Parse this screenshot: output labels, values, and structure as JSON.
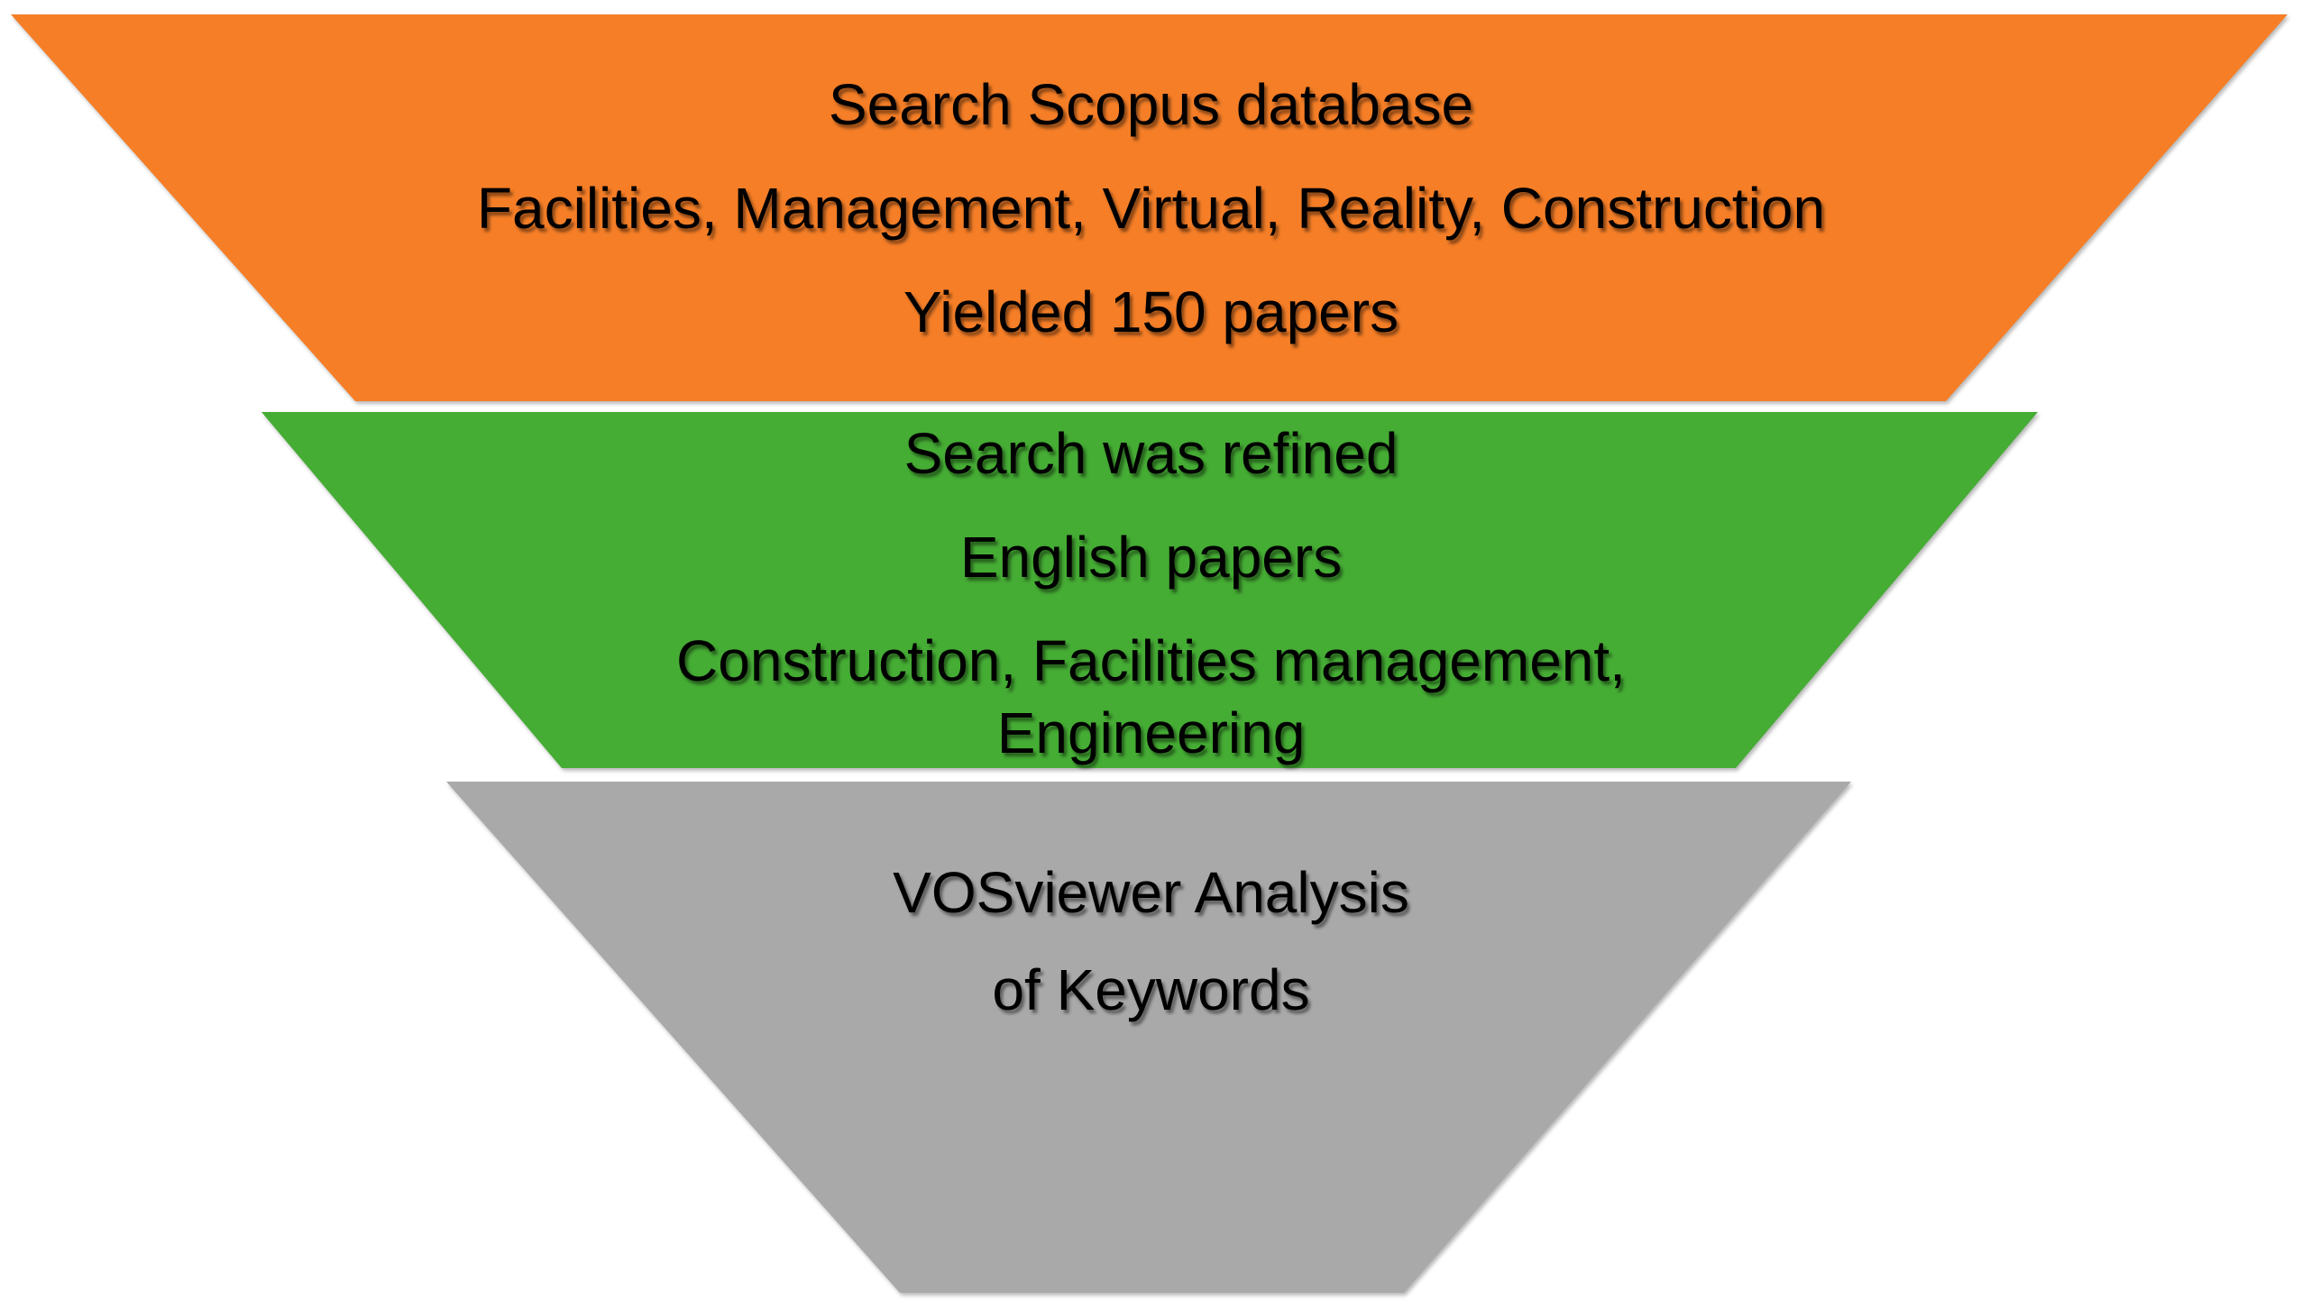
{
  "funnel": {
    "background_color": "#FFFFFF",
    "text_color": "#000000",
    "stages": [
      {
        "id": "scopus-search",
        "color": "#F57E27",
        "lines": [
          "Search Scopus database",
          "Facilities, Management, Virtual, Reality, Construction",
          "Yielded 150 papers"
        ]
      },
      {
        "id": "refined-search",
        "color": "#45AC34",
        "lines": [
          "Search was refined",
          "English papers",
          "Construction, Facilities management,",
          "Engineering"
        ]
      },
      {
        "id": "vosviewer-analysis",
        "color": "#A9A9A9",
        "lines": [
          "VOSviewer Analysis",
          "of Keywords"
        ]
      }
    ]
  }
}
